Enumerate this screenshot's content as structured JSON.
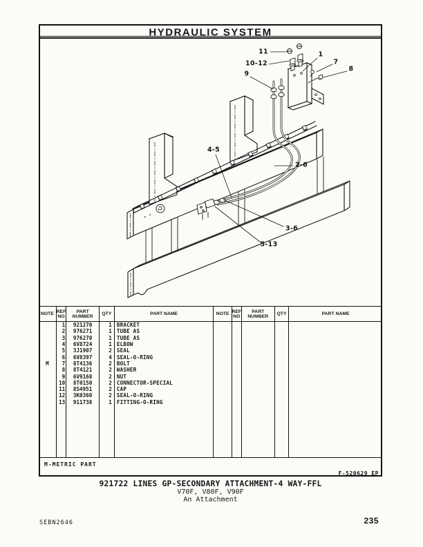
{
  "page": {
    "title": "HYDRAULIC SYSTEM",
    "publication": "SEBN2646",
    "page_number": "235"
  },
  "figure": {
    "figure_code": "F-520629 EP",
    "metric_note": "M-METRIC PART",
    "caption_title": "921722 LINES GP-SECONDARY ATTACHMENT-4 WAY-FFL",
    "caption_models": "V70F, V80F, V90F",
    "caption_note": "An Attachment",
    "callouts": [
      {
        "text": "11"
      },
      {
        "text": "10-12"
      },
      {
        "text": "9"
      },
      {
        "text": "1"
      },
      {
        "text": "7"
      },
      {
        "text": "8"
      },
      {
        "text": "4-5"
      },
      {
        "text": "2-6"
      },
      {
        "text": "3-6"
      },
      {
        "text": "5-13"
      }
    ]
  },
  "table": {
    "headers": [
      "NOTE",
      "REF NO",
      "PART NUMBER",
      "QTY",
      "PART NAME",
      "NOTE",
      "REF NO",
      "PART NUMBER",
      "QTY",
      "PART NAME"
    ],
    "rows": [
      {
        "note": "",
        "ref": "1",
        "part": "921270",
        "qty": "1",
        "name": "BRACKET"
      },
      {
        "note": "",
        "ref": "2",
        "part": "976271",
        "qty": "1",
        "name": "TUBE AS"
      },
      {
        "note": "",
        "ref": "3",
        "part": "976270",
        "qty": "1",
        "name": "TUBE AS"
      },
      {
        "note": "",
        "ref": "4",
        "part": "6V8724",
        "qty": "1",
        "name": "ELBOW"
      },
      {
        "note": "",
        "ref": "5",
        "part": "3J1907",
        "qty": "2",
        "name": "SEAL"
      },
      {
        "note": "",
        "ref": "6",
        "part": "6V8397",
        "qty": "4",
        "name": "SEAL-O-RING"
      },
      {
        "note": "M",
        "ref": "7",
        "part": "8T4136",
        "qty": "2",
        "name": "BOLT"
      },
      {
        "note": "",
        "ref": "8",
        "part": "8T4121",
        "qty": "2",
        "name": "WASHER"
      },
      {
        "note": "",
        "ref": "9",
        "part": "6V9168",
        "qty": "2",
        "name": "NUT"
      },
      {
        "note": "",
        "ref": "10",
        "part": "8T0150",
        "qty": "2",
        "name": "CONNECTOR-SPECIAL"
      },
      {
        "note": "",
        "ref": "11",
        "part": "8S4951",
        "qty": "2",
        "name": "CAP"
      },
      {
        "note": "",
        "ref": "12",
        "part": "3K0360",
        "qty": "2",
        "name": "SEAL-O-RING"
      },
      {
        "note": "",
        "ref": "13",
        "part": "911738",
        "qty": "1",
        "name": "FITTING-O-RING"
      }
    ]
  }
}
